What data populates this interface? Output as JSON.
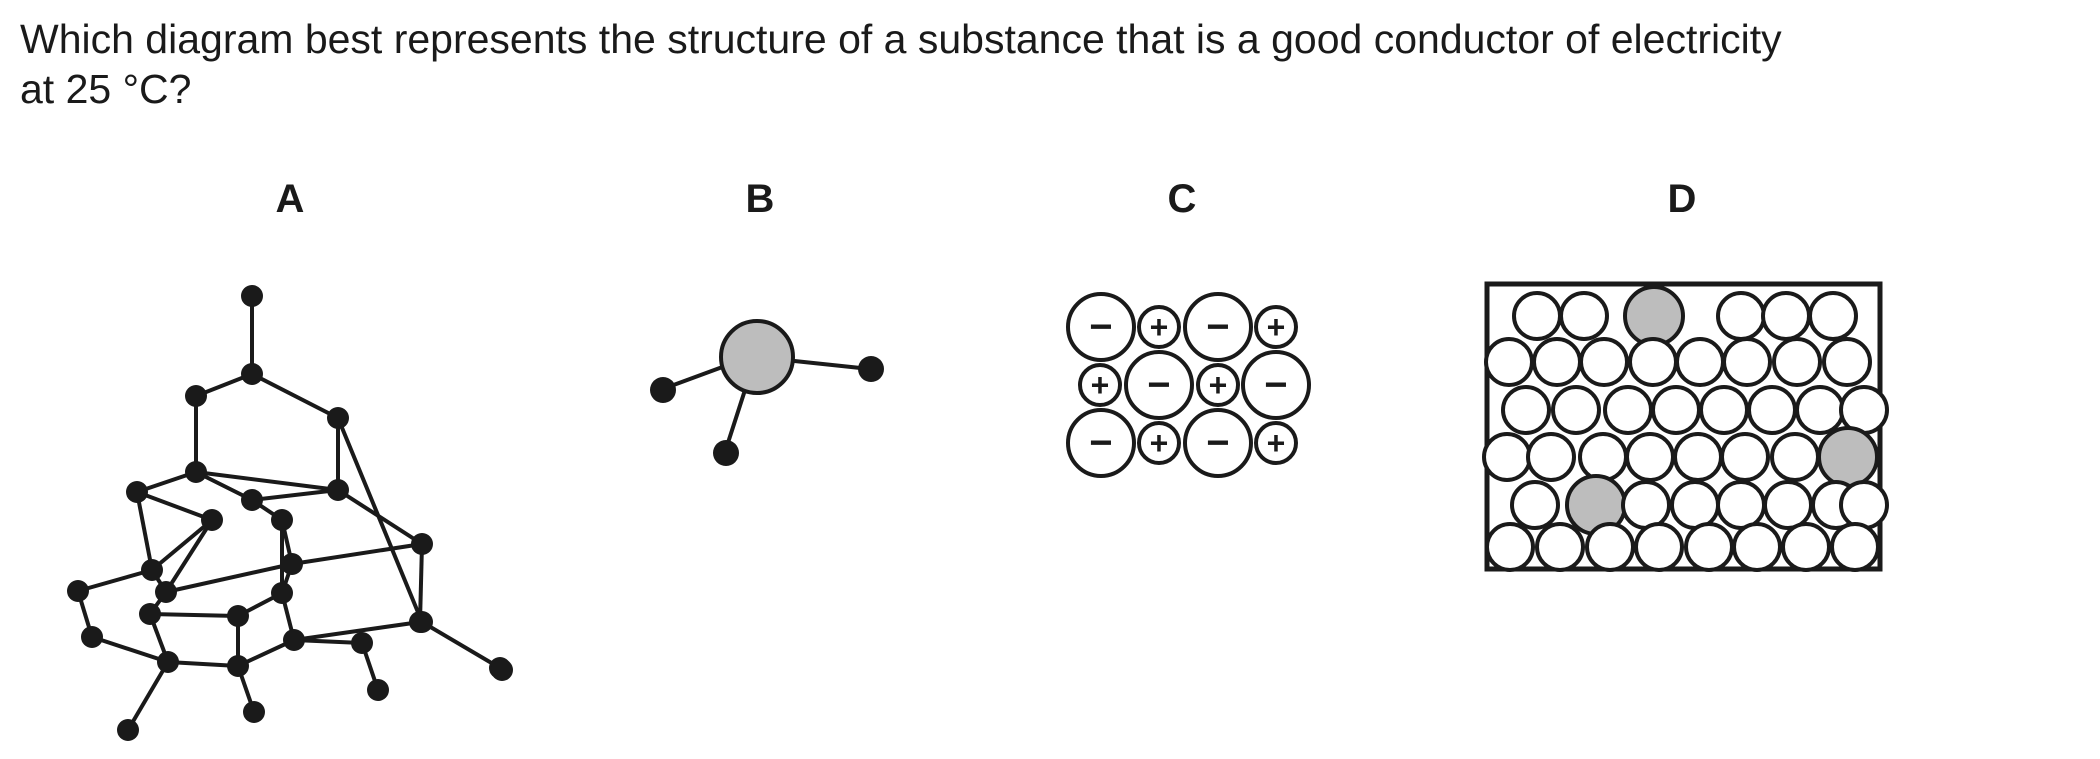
{
  "question": {
    "line1": "Which diagram best represents the structure of a substance that is a good conductor of electricity",
    "line2": "at 25 °C?"
  },
  "options": [
    {
      "letter": "A"
    },
    {
      "letter": "B"
    },
    {
      "letter": "C"
    },
    {
      "letter": "D"
    }
  ],
  "signs": {
    "minus": "−",
    "plus": "+"
  },
  "colors": {
    "ink": "#1a1a1a",
    "gray_fill": "#bdbdbd",
    "background": "#ffffff"
  }
}
